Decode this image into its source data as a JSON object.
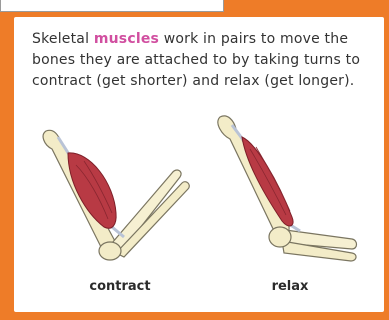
{
  "intro": {
    "before": "Skeletal ",
    "keyword": "muscles",
    "after": " work in pairs to move the bones they are attached to by taking turns to contract (get shorter) and relax (get longer)."
  },
  "figures": [
    {
      "label": "contract",
      "icon": "flexed-arm-icon"
    },
    {
      "label": "relax",
      "icon": "extended-arm-icon"
    }
  ],
  "colors": {
    "border": "#ee7c28",
    "keyword": "#d14fa0",
    "muscle": "#b83a44",
    "bone": "#f3ecc8"
  }
}
